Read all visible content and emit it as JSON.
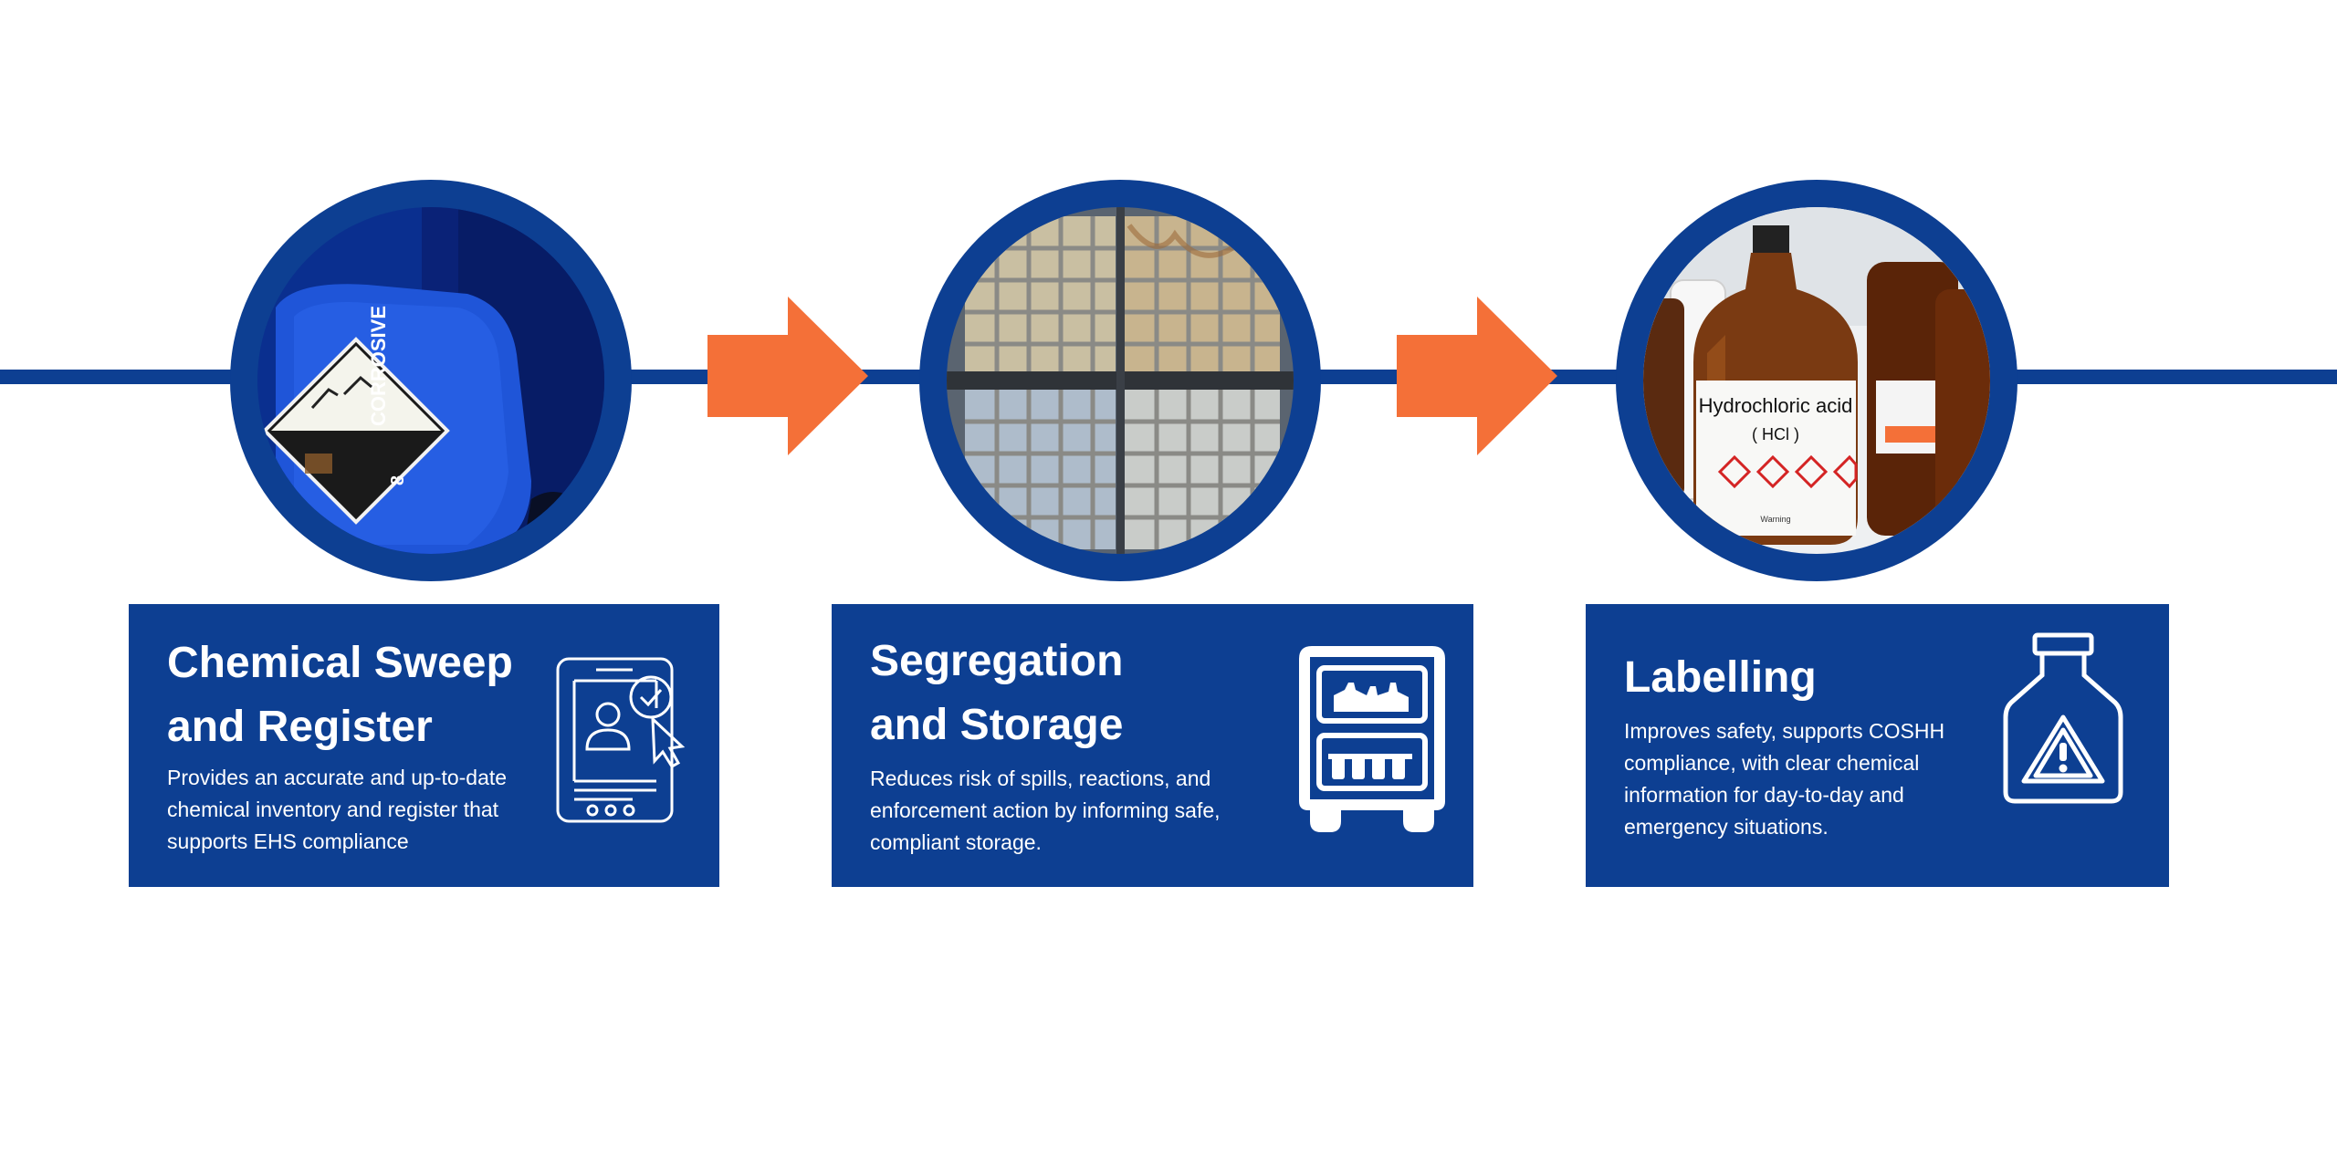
{
  "colors": {
    "primary": "#0d3f92",
    "accent": "#f47038",
    "background": "#ffffff"
  },
  "steps": [
    {
      "title": "Chemical Sweep\nand Register",
      "description": "Provides an accurate and up-to-date\nchemical inventory and register that\nsupports EHS compliance",
      "icon": "tablet-checkmark-icon",
      "photo": "corrosive-container-photo",
      "photo_label": "CORROSIVE",
      "photo_number": "8"
    },
    {
      "title": "Segregation\nand Storage",
      "description": "Reduces risk of spills, reactions, and\nenforcement action by informing safe,\ncompliant storage.",
      "icon": "storage-cabinet-icon",
      "photo": "ibc-tanks-photo"
    },
    {
      "title": "Labelling",
      "description": "Improves safety, supports COSHH\ncompliance, with clear chemical\ninformation for day-to-day and\nemergency situations.",
      "icon": "hazard-bottle-icon",
      "photo": "hydrochloric-acid-bottles-photo",
      "photo_label": "Hydrochloric acid",
      "photo_sublabel": "( HCl )",
      "photo_warning": "Warning"
    }
  ]
}
